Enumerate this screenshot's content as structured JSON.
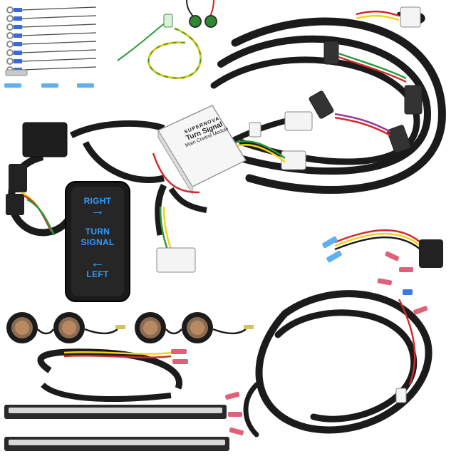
{
  "switch": {
    "right": "RIGHT",
    "turn": "TURN",
    "signal": "SIGNAL",
    "left": "LEFT",
    "right_arrow": "→",
    "left_arrow": "←"
  },
  "module": {
    "brand": "SUPERNOVA",
    "line1": "Turn Signal",
    "line2": "Main Control Module"
  },
  "colors": {
    "switch_text": "#2f9bff",
    "harness": "#1b1b1b",
    "wire_red": "#d42a2a",
    "wire_yellow": "#f2d21a",
    "wire_green": "#2a9a3a",
    "terminal_blue": "#3a7ae0",
    "terminal_red": "#e0607a"
  }
}
